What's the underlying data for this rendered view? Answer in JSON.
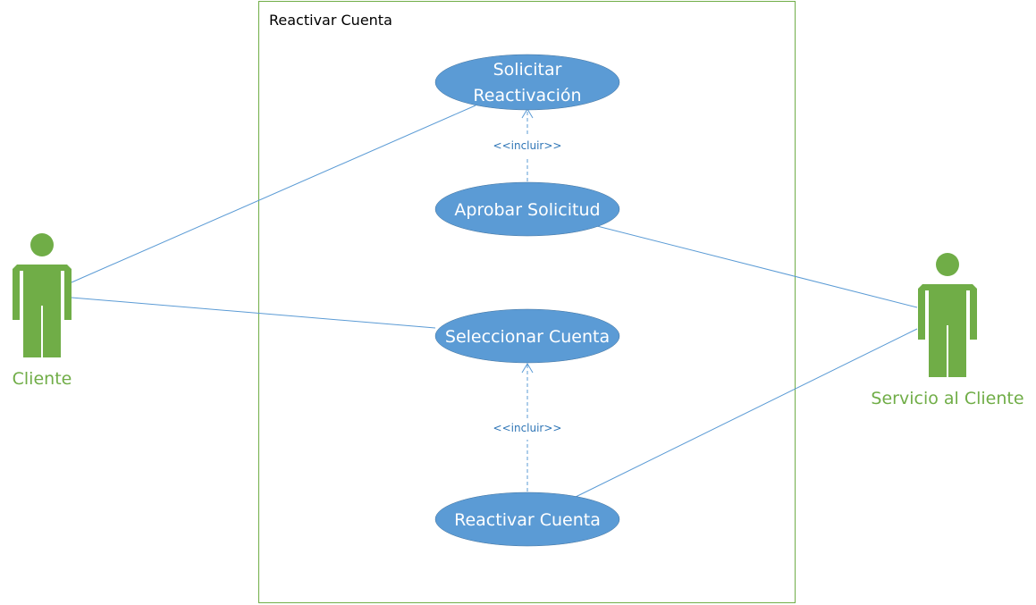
{
  "system": {
    "title": "Reactivar Cuenta"
  },
  "use_cases": {
    "solicitar_line1": "Solicitar",
    "solicitar_line2": "Reactivación",
    "aprobar": "Aprobar Solicitud",
    "seleccionar": "Seleccionar Cuenta",
    "reactivar": "Reactivar Cuenta"
  },
  "actors": {
    "cliente": "Cliente",
    "servicio": "Servicio al Cliente"
  },
  "relations": {
    "include_top": "<<incluir>>",
    "include_bottom": "<<incluir>>"
  },
  "colors": {
    "use_case_fill": "#5b9bd5",
    "actor_fill": "#70ad47",
    "system_border": "#70ad47",
    "association_line": "#5b9bd5",
    "include_text": "#2e75b6"
  }
}
